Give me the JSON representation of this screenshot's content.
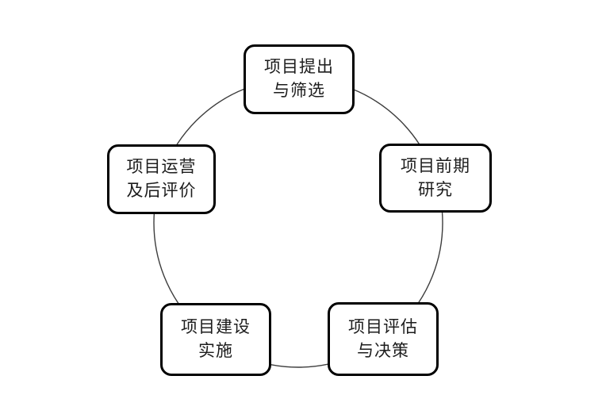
{
  "diagram": {
    "type": "cycle",
    "direction": "clockwise",
    "colors": {
      "background": "#ffffff",
      "box_fill": "#ffffff",
      "box_border": "#000000",
      "text": "#1c1c1c",
      "cycle_line": "#3d3d3d"
    },
    "nodes": [
      {
        "position": "top",
        "line1": "项目提出",
        "line2": "与筛选"
      },
      {
        "position": "right",
        "line1": "项目前期",
        "line2": "研究"
      },
      {
        "position": "bottom-right",
        "line1": "项目评估",
        "line2": "与决策"
      },
      {
        "position": "bottom-left",
        "line1": "项目建设",
        "line2": "实施"
      },
      {
        "position": "left",
        "line1": "项目运营",
        "line2": "及后评价"
      }
    ]
  }
}
